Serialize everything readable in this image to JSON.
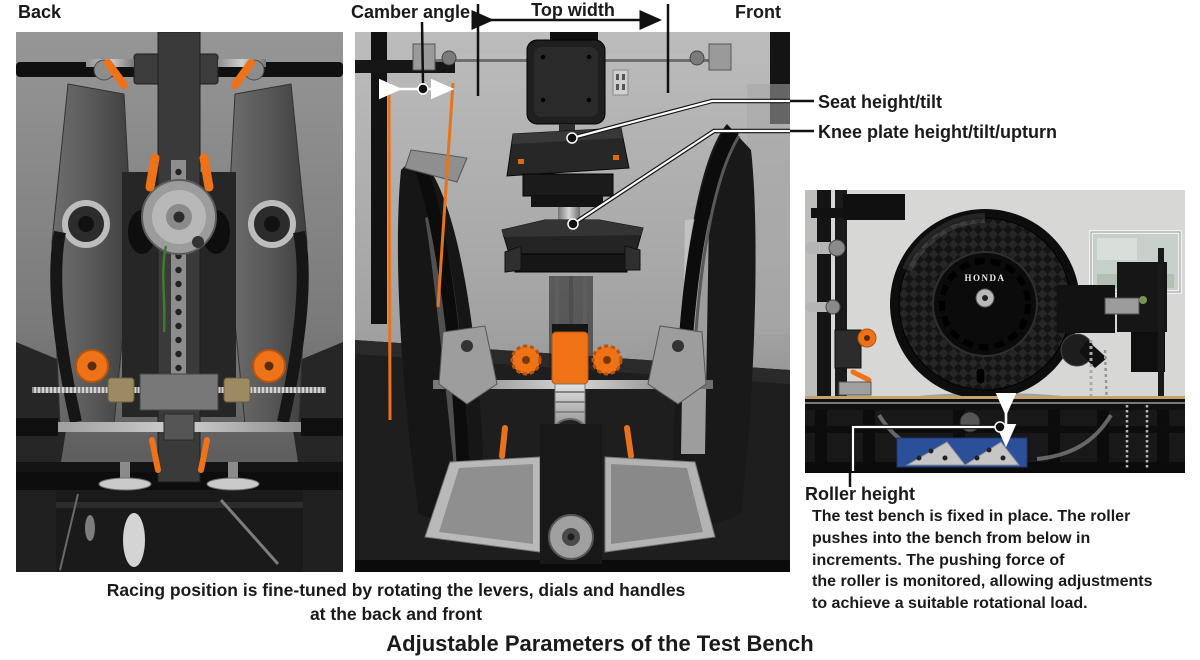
{
  "colors": {
    "accent_orange": "#ee7217",
    "text": "#1a1a1a",
    "annotation_white": "#ffffff",
    "blue_block": "#2c4f9a"
  },
  "header": {
    "back": "Back",
    "camber_angle": "Camber angle",
    "top_width": "Top width",
    "front": "Front"
  },
  "callouts": {
    "seat": "Seat height/tilt",
    "knee": "Knee plate height/tilt/upturn",
    "roller_heading": "Roller height",
    "roller_body": "The test bench is fixed in place. The roller\npushes into the bench from below in\nincrements. The pushing force of\nthe roller is monitored, allowing adjustments\nto achieve a suitable rotational load."
  },
  "captions": {
    "photos_caption": "Racing position is fine-tuned by rotating the levers, dials and handles\nat the back and front",
    "figure_title": "Adjustable Parameters of the Test Bench"
  },
  "photos": {
    "back_view_alt": "Back view of the test bench with orange adjustment levers and dials",
    "front_view_alt": "Front view of the test bench showing seat, knee plate and side guards",
    "roller_view_alt": "Carbon disc wheel on the roller unit of the test bench",
    "wheel_brand": "HONDA"
  }
}
